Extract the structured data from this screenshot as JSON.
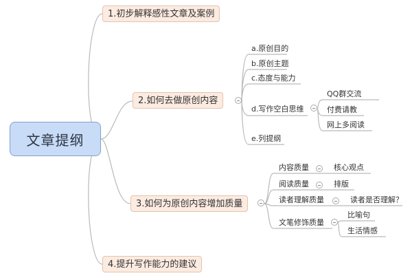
{
  "root": {
    "label": "文章提纲"
  },
  "branches": [
    {
      "label": "1.初步解释感性文章及案例"
    },
    {
      "label": "2.如何去做原创内容",
      "children": [
        {
          "label": "a.原创目的"
        },
        {
          "label": "b.原创主题"
        },
        {
          "label": "c.态度与能力"
        },
        {
          "label": "d.写作空白思维",
          "children": [
            {
              "label": "QQ群交流"
            },
            {
              "label": "付费请教"
            },
            {
              "label": "网上多阅读"
            }
          ]
        },
        {
          "label": "e.列提纲"
        }
      ]
    },
    {
      "label": "3.如何为原创内容增加质量",
      "children": [
        {
          "label": "内容质量",
          "children": [
            {
              "label": "核心观点"
            }
          ]
        },
        {
          "label": "阅读质量",
          "children": [
            {
              "label": "排版"
            }
          ]
        },
        {
          "label": "读者理解质量",
          "children": [
            {
              "label": "读者是否理解？"
            }
          ]
        },
        {
          "label": "文笔修饰质量",
          "children": [
            {
              "label": "比喻句"
            },
            {
              "label": "生活情感"
            }
          ]
        }
      ]
    },
    {
      "label": "4.提升写作能力的建议"
    }
  ]
}
